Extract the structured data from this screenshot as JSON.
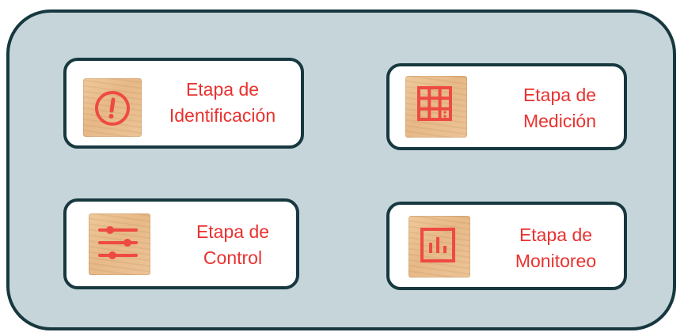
{
  "stages": [
    {
      "line1": "Etapa de",
      "line2": "Identificación",
      "icon": "alert-circle-icon"
    },
    {
      "line1": "Etapa de",
      "line2": "Medición",
      "icon": "grid-table-icon"
    },
    {
      "line1": "Etapa de",
      "line2": "Control",
      "icon": "sliders-icon"
    },
    {
      "line1": "Etapa de",
      "line2": "Monitoreo",
      "icon": "bar-chart-icon"
    }
  ],
  "colors": {
    "panel_background": "#c5d5da",
    "border": "#17383f",
    "label_text": "#e8322f",
    "icon": "#ee4a43"
  }
}
